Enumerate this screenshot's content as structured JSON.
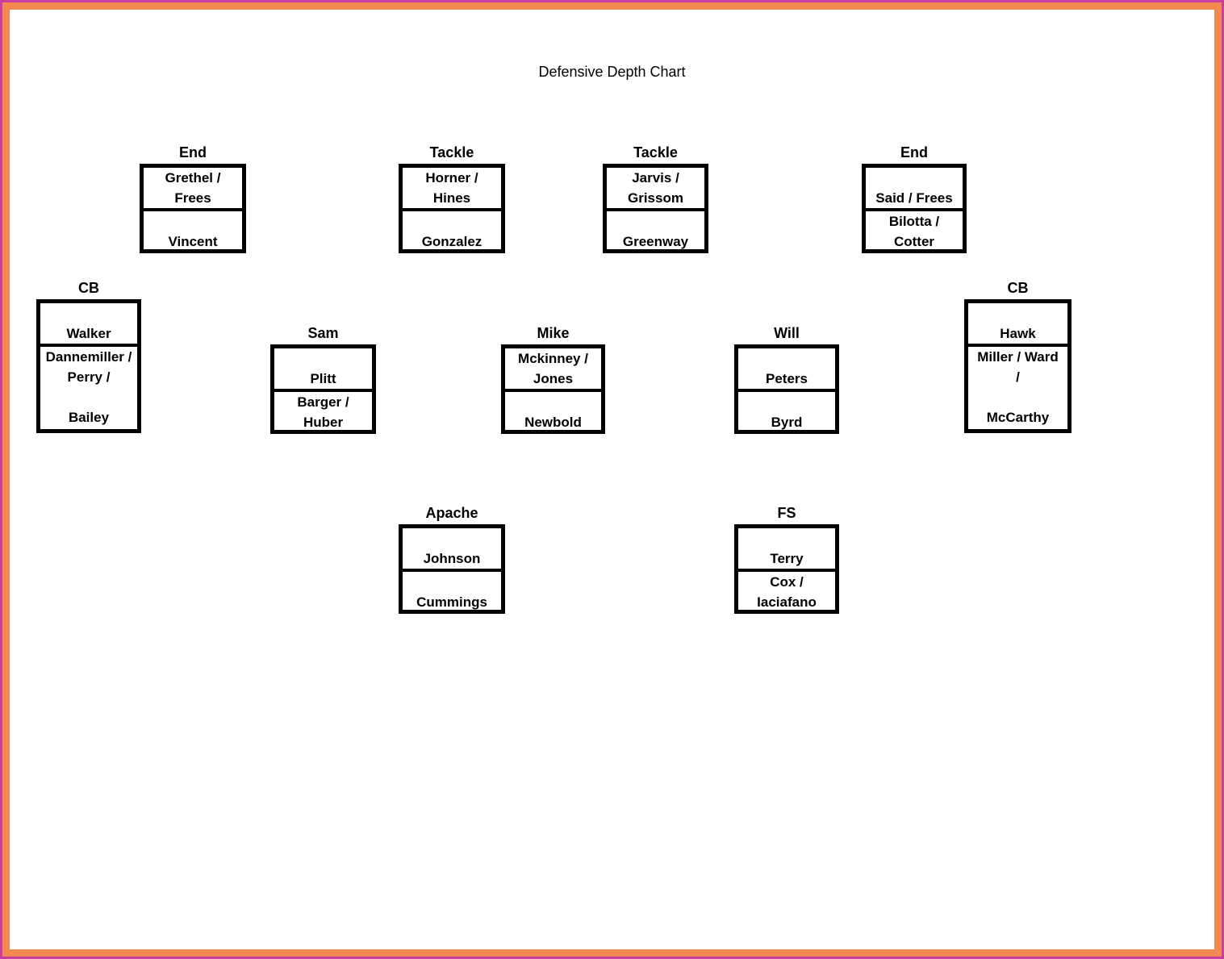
{
  "page": {
    "title": "Defensive Depth Chart",
    "frame_outer_color": "#cb3da0",
    "frame_inner_color": "#f28950",
    "box_border_color": "#000000"
  },
  "positions": [
    {
      "id": "end-left",
      "label": "End",
      "starter": [
        "Grethel /",
        "Frees"
      ],
      "backup": [
        "",
        "Vincent"
      ]
    },
    {
      "id": "tackle-left",
      "label": "Tackle",
      "starter": [
        "Horner /",
        "Hines"
      ],
      "backup": [
        "",
        "Gonzalez"
      ]
    },
    {
      "id": "tackle-right",
      "label": "Tackle",
      "starter": [
        "Jarvis /",
        "Grissom"
      ],
      "backup": [
        "",
        "Greenway"
      ]
    },
    {
      "id": "end-right",
      "label": "End",
      "starter": [
        "",
        "Said / Frees"
      ],
      "backup": [
        "Bilotta /",
        "Cotter"
      ]
    },
    {
      "id": "cb-left",
      "label": "CB",
      "starter": [
        "",
        "Walker"
      ],
      "backup": [
        "Dannemiller /",
        "Perry /",
        "",
        "Bailey"
      ]
    },
    {
      "id": "sam",
      "label": "Sam",
      "starter": [
        "",
        "Plitt"
      ],
      "backup": [
        "Barger /",
        "Huber"
      ]
    },
    {
      "id": "mike",
      "label": "Mike",
      "starter": [
        "Mckinney /",
        "Jones"
      ],
      "backup": [
        "",
        "Newbold"
      ]
    },
    {
      "id": "will",
      "label": "Will",
      "starter": [
        "",
        "Peters"
      ],
      "backup": [
        "",
        "Byrd"
      ]
    },
    {
      "id": "cb-right",
      "label": "CB",
      "starter": [
        "",
        "Hawk"
      ],
      "backup": [
        "Miller / Ward",
        "/",
        "",
        "McCarthy"
      ]
    },
    {
      "id": "apache",
      "label": "Apache",
      "starter": [
        "",
        "Johnson"
      ],
      "backup": [
        "",
        "Cummings"
      ]
    },
    {
      "id": "fs",
      "label": "FS",
      "starter": [
        "",
        "Terry"
      ],
      "backup": [
        "Cox /",
        "Iaciafano"
      ]
    }
  ]
}
